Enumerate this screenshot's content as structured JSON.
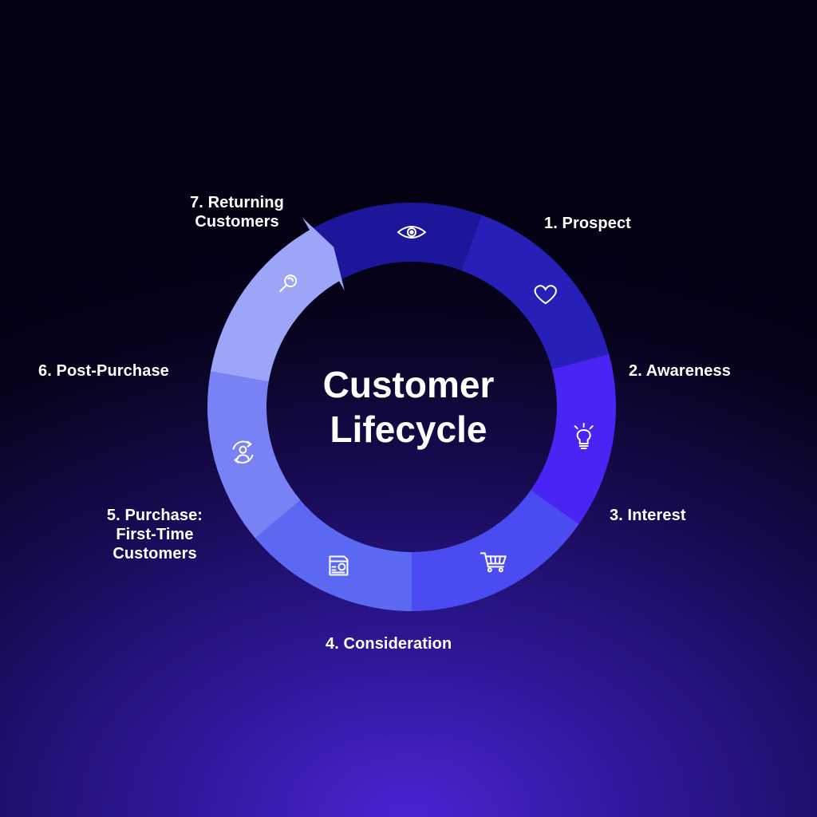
{
  "title_lines": [
    "Customer",
    "Lifecycle"
  ],
  "stages": [
    {
      "label_lines": [
        "1. Prospect"
      ],
      "icon": "magnifier-icon",
      "color": "#1c169a"
    },
    {
      "label_lines": [
        "2. Awareness"
      ],
      "icon": "eye-icon",
      "color": "#2720b8"
    },
    {
      "label_lines": [
        "3. Interest"
      ],
      "icon": "heart-icon",
      "color": "#4a24f4"
    },
    {
      "label_lines": [
        "4. Consideration"
      ],
      "icon": "lightbulb-icon",
      "color": "#4a4cf2"
    },
    {
      "label_lines": [
        "5. Purchase:",
        "First-Time",
        "Customers"
      ],
      "icon": "shopping-cart-icon",
      "color": "#5a68f2"
    },
    {
      "label_lines": [
        "6. Post-Purchase"
      ],
      "icon": "package-icon",
      "color": "#7882f4"
    },
    {
      "label_lines": [
        "7. Returning",
        "Customers"
      ],
      "icon": "returning-customer-icon",
      "color": "#9ca5f8"
    }
  ]
}
